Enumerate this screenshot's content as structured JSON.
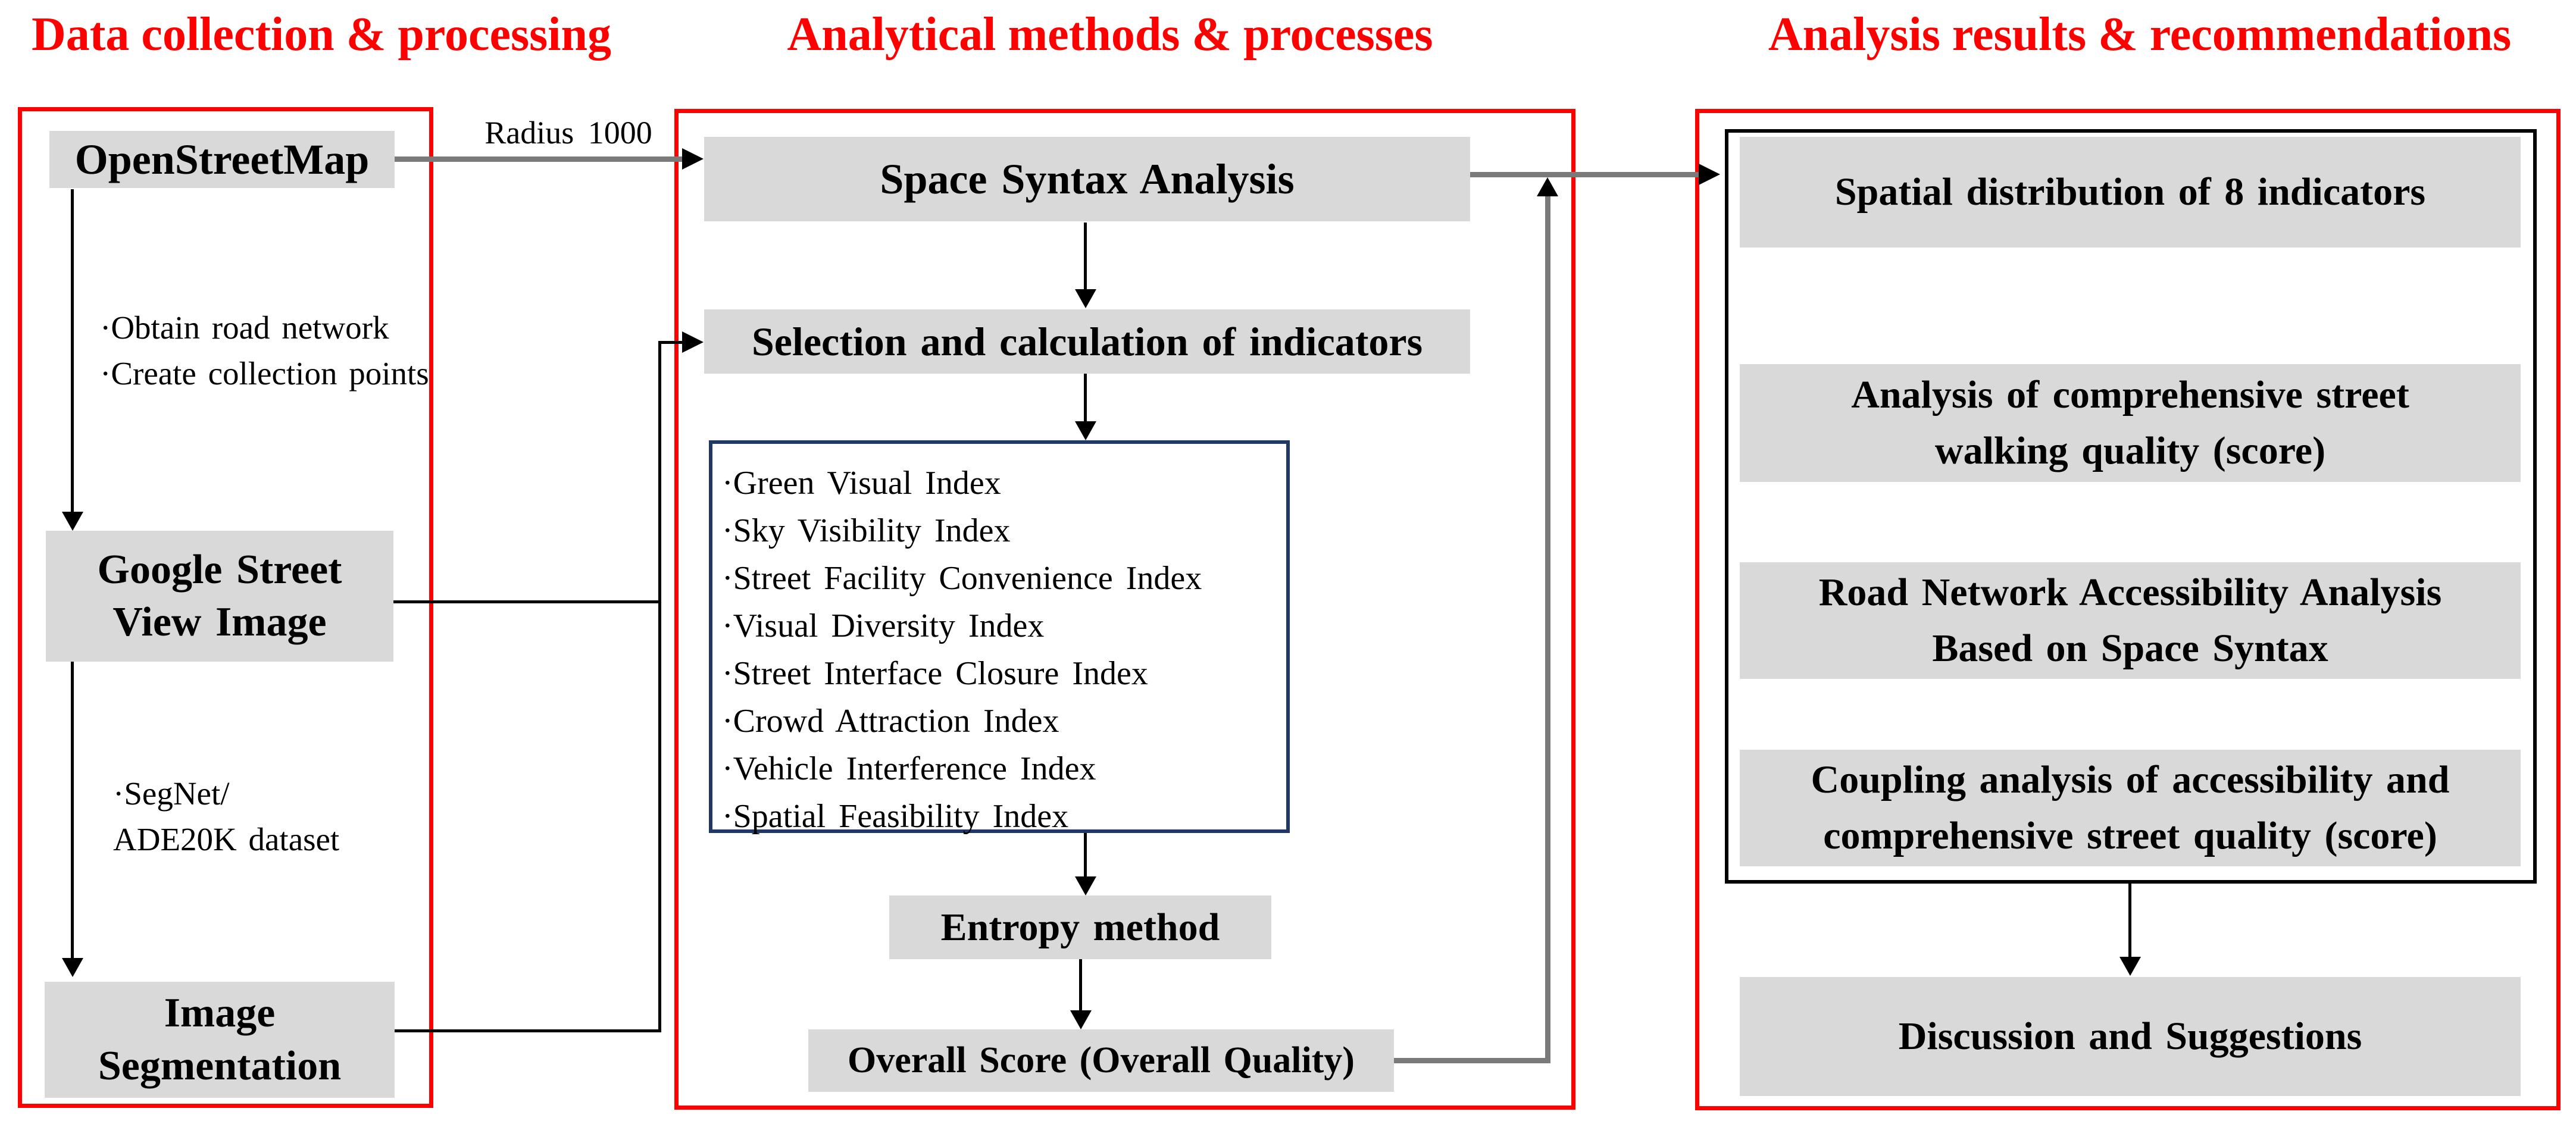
{
  "figure": {
    "type": "methodology-flowchart",
    "colors": {
      "accent_red": "#fe0000",
      "node_fill": "#d9d9d9",
      "indicator_border": "#1f3864",
      "connector_gray": "#7a7a7a",
      "text": "#000000"
    }
  },
  "columns": {
    "data_collection": {
      "title": "Data collection & processing",
      "nodes": {
        "osm": "OpenStreetMap",
        "gsv": {
          "lines": [
            "Google Street",
            "View Image"
          ]
        },
        "segmentation": {
          "lines": [
            "Image",
            "Segmentation"
          ]
        }
      },
      "annotations": {
        "osm_to_gsv": {
          "lines": [
            "·Obtain road network",
            "·Create collection points"
          ]
        },
        "gsv_to_seg": {
          "lines": [
            "·SegNet/",
            "ADE20K dataset"
          ]
        }
      }
    },
    "analytical_methods": {
      "title": "Analytical methods & processes",
      "nodes": {
        "space_syntax": "Space Syntax Analysis",
        "selection": "Selection and calculation of indicators",
        "entropy": "Entropy method",
        "overall_score": "Overall Score (Overall Quality)"
      },
      "indicators": [
        "·Green Visual Index",
        "·Sky Visibility Index",
        "·Street Facility Convenience Index",
        "·Visual Diversity Index",
        "·Street Interface Closure Index",
        "·Crowd Attraction Index",
        "·Vehicle Interference Index",
        "·Spatial Feasibility Index"
      ]
    },
    "analysis_results": {
      "title": "Analysis results & recommendations",
      "nodes": {
        "spatial_distribution": "Spatial distribution of 8 indicators",
        "walking_quality": {
          "lines": [
            "Analysis of comprehensive street",
            "walking quality (score)"
          ]
        },
        "road_accessibility": {
          "lines": [
            "Road Network Accessibility Analysis",
            "Based on Space Syntax"
          ]
        },
        "coupling": {
          "lines": [
            "Coupling analysis of accessibility and",
            "comprehensive street quality (score)"
          ]
        },
        "discussion": "Discussion and Suggestions"
      }
    }
  },
  "edge_labels": {
    "radius": "Radius 1000"
  }
}
